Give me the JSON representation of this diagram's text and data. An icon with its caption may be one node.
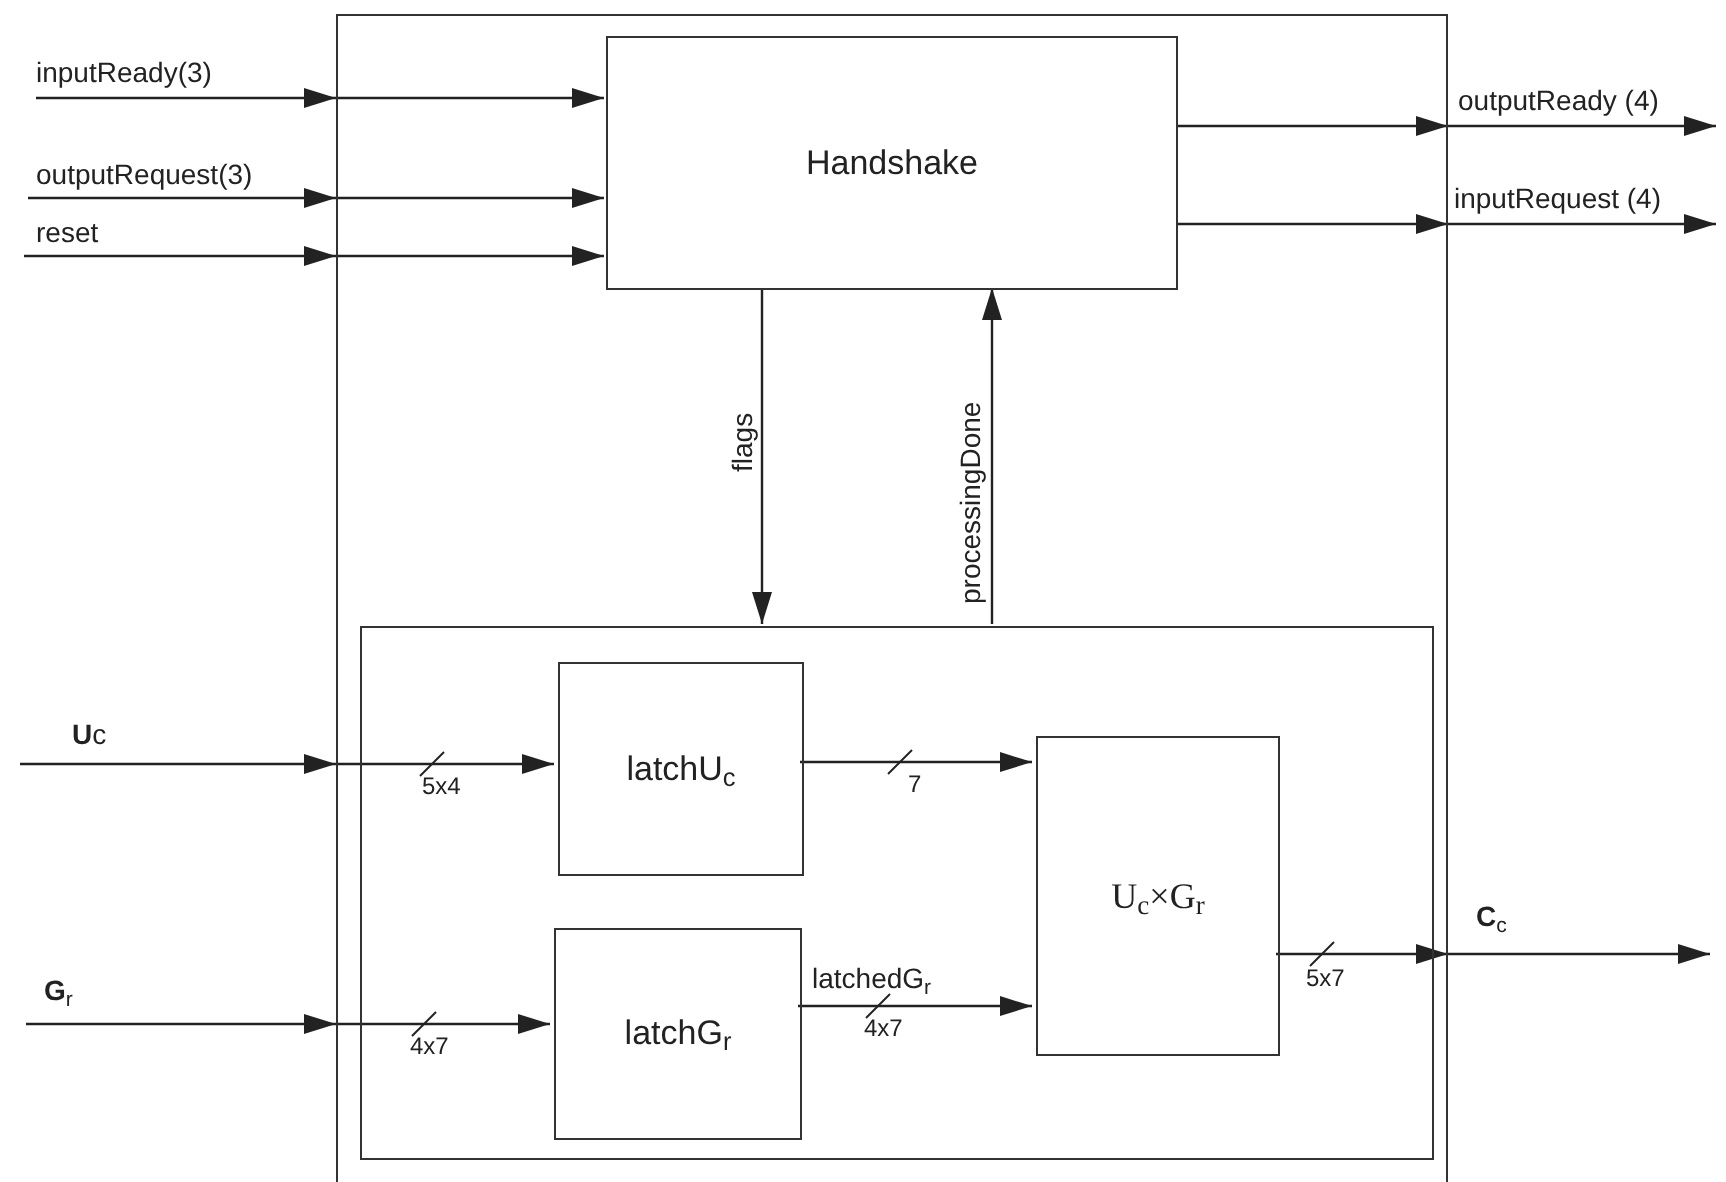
{
  "diagram": {
    "nodes": [
      {
        "text": [],
        "shape": "box"
      },
      {
        "text": [
          "Handshake"
        ],
        "in": 0
      },
      {
        "text": [],
        "shape": "box",
        "in": 0
      },
      {
        "text": [
          "latchU$_{c}$"
        ],
        "in": 2
      },
      {
        "text": [
          "latchG$_{r}$"
        ],
        "in": 2
      },
      {
        "text": [
          "U$_{c}$×G$_{r}$"
        ],
        "in": 2
      }
    ],
    "edges": [
      {
        "from": null,
        "to": 0,
        "arrow": "to",
        "label": "inputReady(3)"
      },
      {
        "from": 0,
        "to": 1,
        "arrow": "to"
      },
      {
        "from": null,
        "to": 0,
        "arrow": "to",
        "label": "outputRequest(3)"
      },
      {
        "from": 0,
        "to": 1,
        "arrow": "to"
      },
      {
        "from": null,
        "to": 0,
        "arrow": "to",
        "label": "reset"
      },
      {
        "from": 0,
        "to": 1,
        "arrow": "to"
      },
      {
        "from": 1,
        "to": 0,
        "arrow": "to"
      },
      {
        "from": 0,
        "to": null,
        "arrow": "to",
        "label": "outputReady (4)"
      },
      {
        "from": 1,
        "to": 0,
        "arrow": "to"
      },
      {
        "from": 0,
        "to": null,
        "arrow": "to",
        "label": "inputRequest (4)"
      },
      {
        "from": 1,
        "to": 2,
        "arrow": "to",
        "label": "flags"
      },
      {
        "from": 2,
        "to": 1,
        "arrow": "to",
        "label": "processingDone"
      },
      {
        "from": null,
        "to": 0,
        "arrow": "to",
        "label": "**U**c"
      },
      {
        "from": 0,
        "to": 3,
        "arrow": "to"
      },
      {
        "from": 3,
        "to": 5,
        "arrow": "to"
      },
      {
        "from": null,
        "to": 0,
        "arrow": "to",
        "label": "**G**$_{r}$"
      },
      {
        "from": 0,
        "to": 4,
        "arrow": "to"
      },
      {
        "from": 4,
        "to": 5,
        "arrow": "to",
        "label": "latchedG$_{r}$"
      },
      {
        "from": 5,
        "to": 0,
        "arrow": "to"
      },
      {
        "from": 0,
        "to": null,
        "arrow": "to",
        "label": "**C**$_{c}$"
      }
    ],
    "labels": [
      "5x4",
      "7",
      "4x7",
      "4x7",
      "5x7"
    ]
  }
}
